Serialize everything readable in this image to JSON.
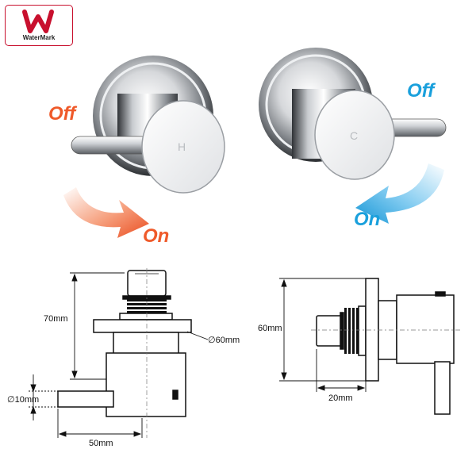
{
  "logo": {
    "text": "WaterMark",
    "color": "#c8102e"
  },
  "hot_tap": {
    "off_label": "Off",
    "on_label": "On",
    "handle_letter": "H",
    "color": "#ef5a2a"
  },
  "cold_tap": {
    "off_label": "Off",
    "on_label": "On",
    "handle_letter": "C",
    "color": "#1aa0dc"
  },
  "dimensions": {
    "height": "70mm",
    "flange": "∅60mm",
    "handle_diameter": "∅10mm",
    "handle_length": "50mm",
    "side_height": "60mm",
    "depth": "20mm"
  }
}
